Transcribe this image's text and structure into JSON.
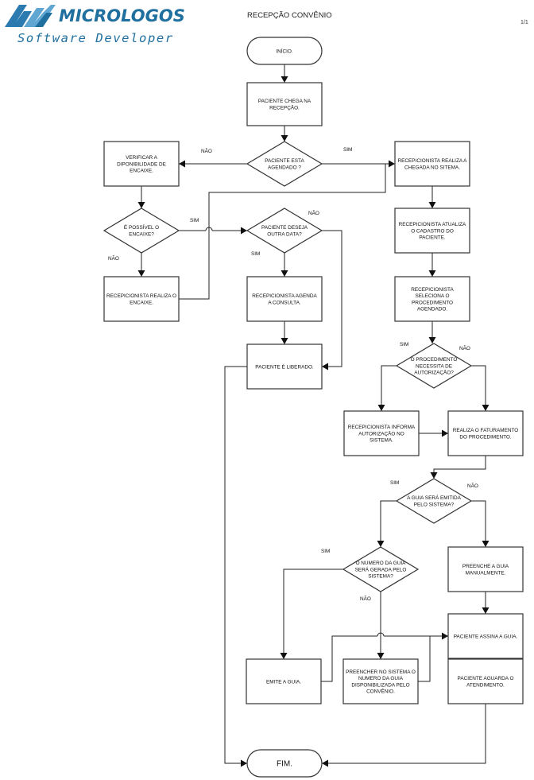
{
  "header": {
    "logo_name": "MICROLOGOS",
    "logo_tagline": "Software Developer",
    "title": "RECEPÇÃO CONVÊNIO",
    "page_number": "1/1"
  },
  "nodes": {
    "inicio": {
      "type": "terminal",
      "lines": [
        "INÍCIO."
      ]
    },
    "chega": {
      "type": "process",
      "lines": [
        "PACIENTE CHEGA NA",
        "RECEPÇÃO."
      ]
    },
    "agendado": {
      "type": "decision",
      "lines": [
        "PACIENTE ESTA",
        "AGENDADO ?"
      ]
    },
    "verificar": {
      "type": "process",
      "lines": [
        "VERIFICAR A",
        "DIPONIBILIDADE DE",
        "ENCAIXE."
      ]
    },
    "encaixe_possivel": {
      "type": "decision",
      "lines": [
        "É POSSÍVEL O",
        "ENCAIXE?"
      ]
    },
    "realiza_encaixe": {
      "type": "process",
      "lines": [
        "RECEPICIONISTA REALIZA O",
        "ENCAIXE."
      ]
    },
    "outra_data": {
      "type": "decision",
      "lines": [
        "PACIENTE DESEJA",
        "OUTRA DATA?"
      ]
    },
    "agenda": {
      "type": "process",
      "lines": [
        "RECEPICIONISTA AGENDA",
        "A CONSULTA."
      ]
    },
    "liberado": {
      "type": "process",
      "lines": [
        "PACIENTE É LIBERADO."
      ]
    },
    "chegada_sistema": {
      "type": "process",
      "lines": [
        "RECEPICIONISTA REALIZA A",
        "CHEGADA NO SITEMA."
      ]
    },
    "atualiza": {
      "type": "process",
      "lines": [
        "RECEPICIONISTA ATUALIZA",
        "O CADASTRO DO",
        "PACIENTE."
      ]
    },
    "seleciona": {
      "type": "process",
      "lines": [
        "RECEPICIONISTA",
        "SELECIONA O",
        "PROCEDIMENTO",
        "AGENDADO."
      ]
    },
    "autorizacao": {
      "type": "decision",
      "lines": [
        "O PROCEDIMENTO",
        "NECESSITA DE",
        "AUTORIZAÇÃO?"
      ]
    },
    "informa": {
      "type": "process",
      "lines": [
        "RECEPICIONISTA INFORMA",
        "AUTORIZAÇÃO NO",
        "SISTEMA."
      ]
    },
    "faturamento": {
      "type": "process",
      "lines": [
        "REALIZA O FATURAMENTO",
        "DO PROCEDIMENTO."
      ]
    },
    "guia_sistema": {
      "type": "decision",
      "lines": [
        "A GUIA SERÁ EMITIDA",
        "PELO SISTEMA?"
      ]
    },
    "numero_guia": {
      "type": "decision",
      "lines": [
        "O NUMERO DA GUIA",
        "SERÁ GERADA PELO",
        "SISTEMA?"
      ]
    },
    "manual": {
      "type": "process",
      "lines": [
        "PREENCHE A GUIA",
        "MANUALMENTE."
      ]
    },
    "emite": {
      "type": "process",
      "lines": [
        "EMITE A GUIA."
      ]
    },
    "preencher": {
      "type": "process",
      "lines": [
        "PREENCHER NO SISTEMA O",
        "NUMERO DA GUIA",
        "DISPONIBILIZADA PELO",
        "CONVÊNIO."
      ]
    },
    "assina": {
      "type": "process",
      "lines": [
        "PACIENTE ASSINA A GUIA."
      ]
    },
    "aguarda": {
      "type": "process",
      "lines": [
        "PACIENTE AGUARDA O",
        "ATENDIMENTO."
      ]
    },
    "fim": {
      "type": "terminal",
      "lines": [
        "FIM."
      ]
    }
  },
  "edge_labels": {
    "agendado_nao": "NÃO",
    "agendado_sim": "SIM",
    "encaixe_sim": "SIM",
    "encaixe_nao": "NÃO",
    "outra_data_nao": "NÃO",
    "outra_data_sim": "SIM",
    "autorizacao_sim": "SIM",
    "autorizacao_nao": "NÃO",
    "guia_sistema_sim": "SIM",
    "guia_sistema_nao": "NÃO",
    "numero_guia_sim": "SIM",
    "numero_guia_nao": "NÃO"
  }
}
